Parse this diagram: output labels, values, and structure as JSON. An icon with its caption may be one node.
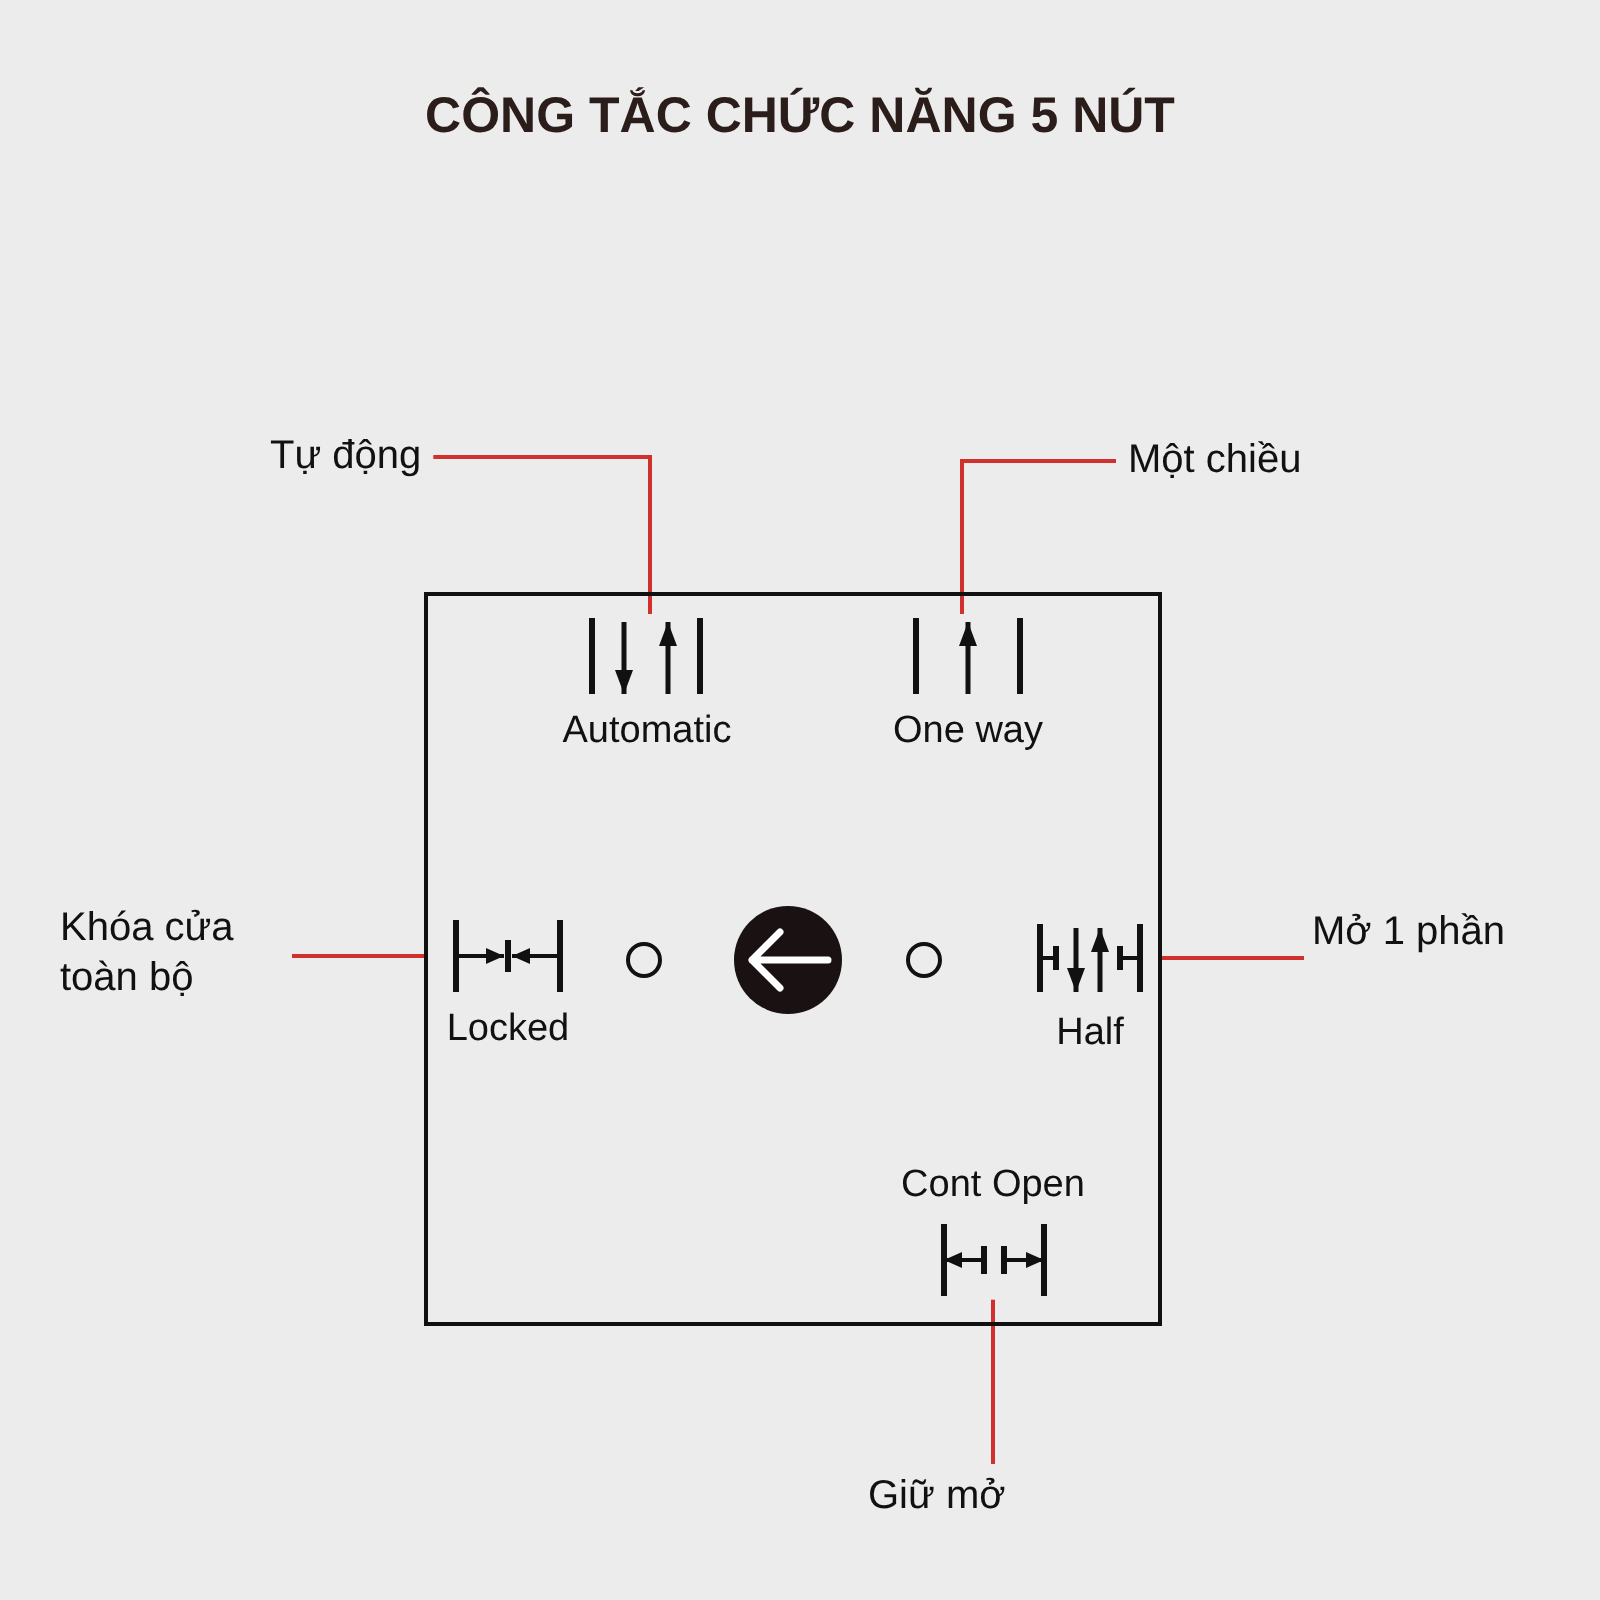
{
  "diagram": {
    "title": "CÔNG TẮC CHỨC NĂNG 5 NÚT",
    "nodes": [
      {
        "text": [],
        "shape": "box"
      },
      {
        "text": [
          "Automatic"
        ],
        "in": 0
      },
      {
        "text": [
          "One way"
        ],
        "in": 0
      },
      {
        "text": [
          "Locked"
        ],
        "in": 0
      },
      {
        "text": [
          "Half"
        ],
        "in": 0
      },
      {
        "text": [
          "Cont Open"
        ],
        "in": 0
      },
      {
        "text": [
          "Tự động"
        ]
      },
      {
        "text": [
          "Một chiều"
        ]
      },
      {
        "text": [
          "Khóa cửa toàn bộ"
        ]
      },
      {
        "text": [
          "Mở 1 phần"
        ]
      },
      {
        "text": [
          "Giữ mở"
        ]
      }
    ],
    "edges": [
      {
        "from": 6,
        "to": 1,
        "arrow": "none"
      },
      {
        "from": 7,
        "to": 2,
        "arrow": "none"
      },
      {
        "from": 8,
        "to": 3,
        "arrow": "none"
      },
      {
        "from": 9,
        "to": 4,
        "arrow": "none"
      },
      {
        "from": 10,
        "to": 5,
        "arrow": "none"
      }
    ]
  }
}
